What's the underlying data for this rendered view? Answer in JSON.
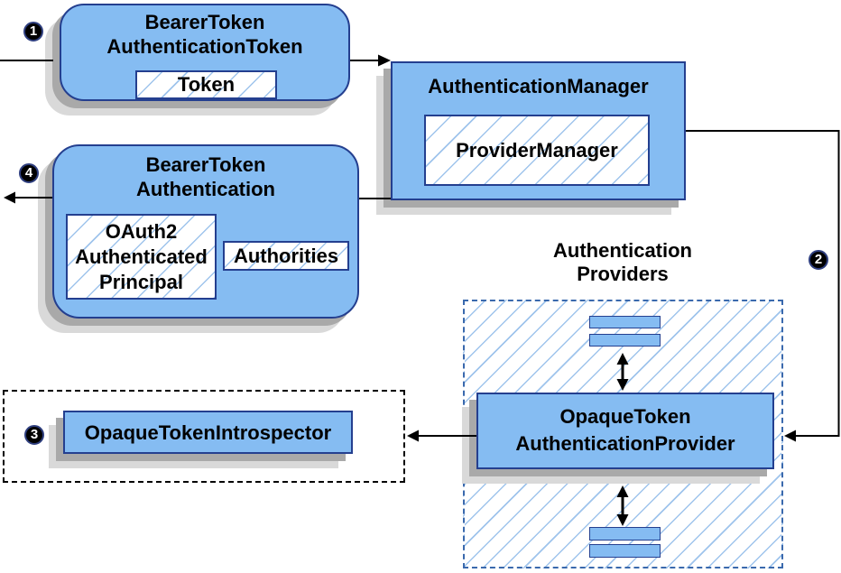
{
  "colors": {
    "box_fill": "#85bcf2",
    "box_border": "#243f8f",
    "hatch_line": "#9fc4ec",
    "providers_dashed_border": "#3a69ad",
    "introspector_dashed_border": "#000000",
    "shadow_dark": "#a9a9a9",
    "shadow_light": "#d9d9d9",
    "connector": "#000000",
    "text": "#000000"
  },
  "steps": {
    "s1": "1",
    "s2": "2",
    "s3": "3",
    "s4": "4"
  },
  "nodes": {
    "bearer_token_authentication_token": {
      "title": [
        "BearerToken",
        "AuthenticationToken"
      ],
      "inner_token": "Token"
    },
    "authentication_manager": {
      "title": "AuthenticationManager",
      "inner_provider_manager": "ProviderManager"
    },
    "bearer_token_authentication": {
      "title": [
        "BearerToken",
        "Authentication"
      ],
      "inner_principal": [
        "OAuth2",
        "Authenticated",
        "Principal"
      ],
      "inner_authorities": "Authorities"
    },
    "authentication_providers": {
      "title": [
        "Authentication",
        "Providers"
      ]
    },
    "opaque_token_authentication_provider": {
      "title": [
        "OpaqueToken",
        "AuthenticationProvider"
      ]
    },
    "opaque_token_introspector": {
      "title": "OpaqueTokenIntrospector"
    }
  }
}
